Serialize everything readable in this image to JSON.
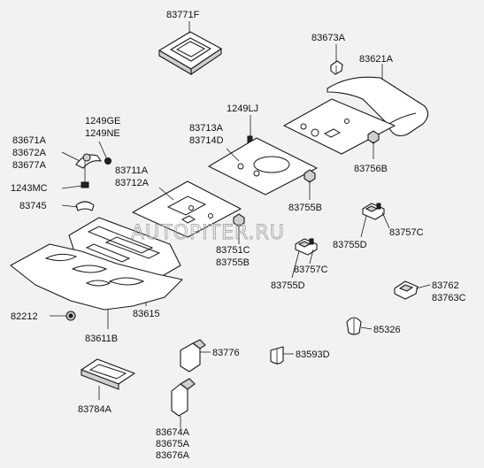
{
  "labels": {
    "l83771F": "83771F",
    "l83673A": "83673A",
    "l83621A": "83621A",
    "l1249LJ": "1249LJ",
    "l83713A": "83713A",
    "l83714D": "83714D",
    "l83756B": "83756B",
    "l1249GE": "1249GE",
    "l1249NE": "1249NE",
    "l83671A": "83671A",
    "l83672A": "83672A",
    "l83677A": "83677A",
    "l83711A": "83711A",
    "l83712A": "83712A",
    "l1243MC": "1243MC",
    "l83745": "83745",
    "l83755B_top": "83755B",
    "l83757C_top": "83757C",
    "l83755D_top": "83755D",
    "l83751C": "83751C",
    "l83755B_mid": "83755B",
    "l83757C_mid": "83757C",
    "l83755D_mid": "83755D",
    "l83762": "83762",
    "l83763C": "83763C",
    "l82212": "82212",
    "l83615": "83615",
    "l83611B": "83611B",
    "l85326": "85326",
    "l83776": "83776",
    "l83593D": "83593D",
    "l83784A": "83784A",
    "l83674A": "83674A",
    "l83675A": "83675A",
    "l83676A": "83676A"
  },
  "watermark": "AUTOPITER.RU"
}
